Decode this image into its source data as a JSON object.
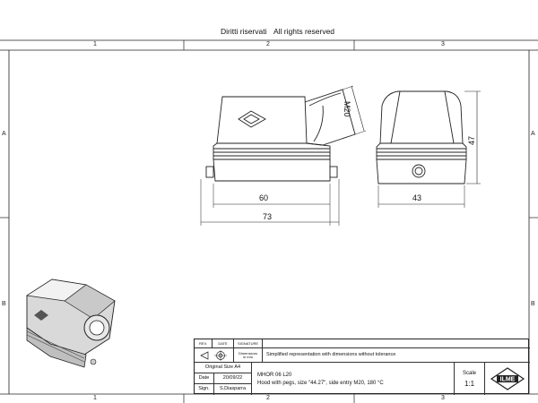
{
  "header": {
    "rights_it": "Diritti riservati",
    "rights_en": "All rights reserved"
  },
  "zones": {
    "columns": [
      "1",
      "2",
      "3"
    ],
    "rows": [
      "A",
      "B"
    ]
  },
  "dimensions": {
    "thread": "M20",
    "height": "47",
    "inner_length": "60",
    "total_length": "73",
    "depth": "43"
  },
  "title_block": {
    "rev_label": "REV.",
    "date_label": "DATE",
    "signature_label": "SIGNATURE",
    "dimensions_label": "Dimensions",
    "dimensions_unit": "in mm",
    "note": "Simplified representation with dimensions without tolerance",
    "original_size": "Original Size A4",
    "date_row_label": "Date",
    "date_value": "20/09/22",
    "sign_label": "Sign.",
    "sign_value": "S.Diasparra",
    "part_code": "MHOR 06 L20",
    "description": "Hood with pegs, size \"44.27\", side entry M20, 180 °C",
    "scale_label": "Scale",
    "scale_value": "1:1",
    "logo_text": "ILME"
  }
}
